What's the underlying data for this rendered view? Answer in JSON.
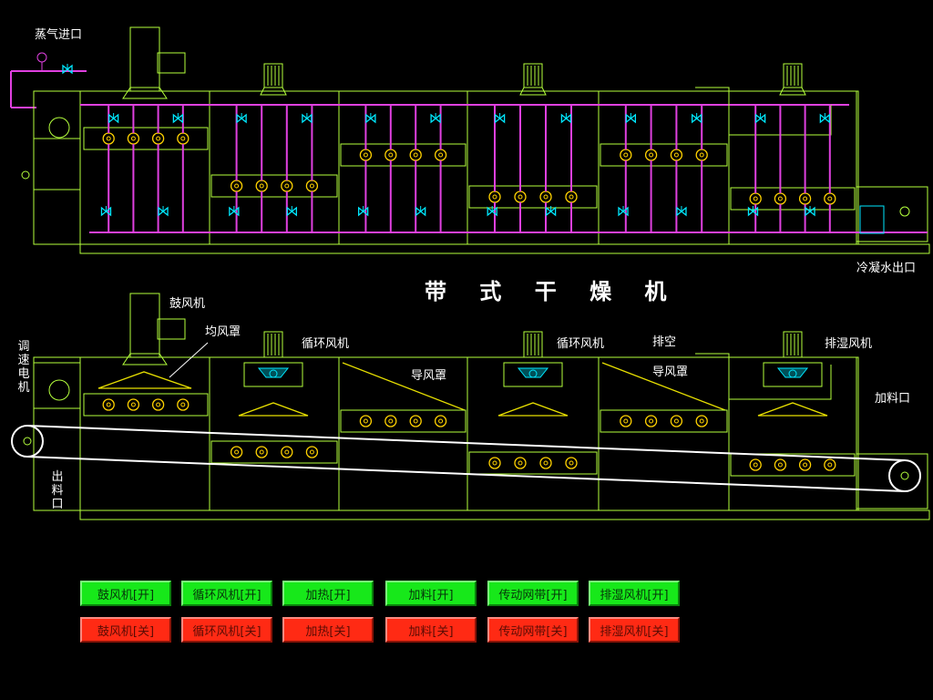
{
  "title": "带 式 干 燥 机",
  "labels": {
    "steam_inlet": "蒸气进口",
    "condensate_outlet": "冷凝水出口",
    "blower": "鼓风机",
    "air_hood": "均风罩",
    "circulation_fan_1": "循环风机",
    "circulation_fan_2": "循环风机",
    "exhaust": "排空",
    "dehumidify_fan": "排湿风机",
    "guide_hood_1": "导风罩",
    "guide_hood_2": "导风罩",
    "feed_inlet": "加料口",
    "speed_motor": "调速电机",
    "discharge": "出料口"
  },
  "buttons_on": [
    "鼓风机[开]",
    "循环风机[开]",
    "加热[开]",
    "加料[开]",
    "传动网带[开]",
    "排湿风机[开]"
  ],
  "buttons_off": [
    "鼓风机[关]",
    "循环风机[关]",
    "加热[关]",
    "加料[关]",
    "传动网带[关]",
    "排湿风机[关]"
  ],
  "colors": {
    "frame": "#b4ff3c",
    "pipe": "#e040e0",
    "valve": "#00e8ff",
    "heater": "#ffd200",
    "belt": "#ffffff",
    "hood": "#e8e000",
    "on": "#17e81a",
    "off": "#ff2a14"
  }
}
